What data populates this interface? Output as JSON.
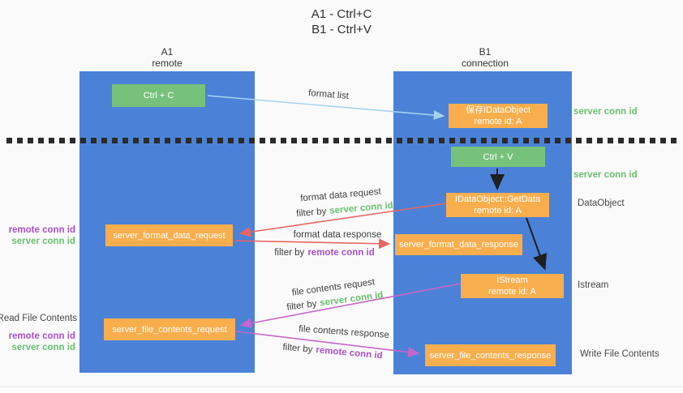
{
  "title": {
    "line1": "A1 - Ctrl+C",
    "line2": "B1 - Ctrl+V"
  },
  "columns": {
    "left": {
      "id": "A1",
      "role": "remote"
    },
    "right": {
      "id": "B1",
      "role": "connection"
    }
  },
  "nodes": {
    "ctrl_c": "Ctrl + C",
    "save_dataobject_line1": "保存IDataObject",
    "save_dataobject_line2": "remote id: A",
    "ctrl_v": "Ctrl + V",
    "getdata_line1": "IDataObject::GetData",
    "getdata_line2": "remote id: A",
    "format_request": "server_format_data_request",
    "format_response": "server_format_data_response",
    "istream_line1": "IStream",
    "istream_line2": "remote id: A",
    "file_request": "server_file_contents_request",
    "file_response": "server_file_contents_response"
  },
  "labels": {
    "format_list": "format list",
    "format_data_request": "format data request",
    "format_data_response": "format data response",
    "file_contents_request": "file contents request",
    "file_contents_response": "file contents response",
    "filter_by": "filter by",
    "server_conn_id": "server conn id",
    "remote_conn_id": "remote conn id",
    "dataobject": "DataObject",
    "istream": "Istream",
    "read_file_contents": "Read File Contents",
    "write_file_contents": "Write File Contents"
  },
  "colors": {
    "column_blue": "#4b82d7",
    "box_green": "#77c27b",
    "box_orange": "#f8ae4d",
    "arrow_red": "#e8655f",
    "arrow_magenta": "#c765c9",
    "arrow_light_blue": "#a6d3f0",
    "arrow_black": "#1f1f1f",
    "text_green": "#68c06d",
    "text_purple": "#aa4fc8",
    "background": "#fafafb"
  }
}
